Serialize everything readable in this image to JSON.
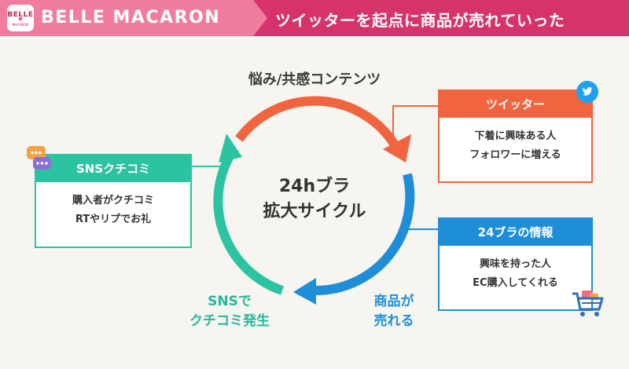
{
  "header": {
    "logo_top": "BELLE",
    "logo_bottom": "MACARON",
    "brand_name": "BELLE MACARON",
    "title": "ツイッターを起点に商品が売れていった"
  },
  "cycle": {
    "top_label": "悩み/共感コンテンツ",
    "center_line1": "24hブラ",
    "center_line2": "拡大サイクル",
    "bottom_left_line1": "SNSで",
    "bottom_left_line2": "クチコミ発生",
    "bottom_right_line1": "商品が",
    "bottom_right_line2": "売れる",
    "colors": {
      "orange": "#f0643f",
      "blue": "#1f8ed8",
      "green": "#2cc3a1"
    }
  },
  "cards": {
    "twitter": {
      "title": "ツイッター",
      "line1": "下着に興味ある人",
      "line2": "フォロワーに増える"
    },
    "sns": {
      "title": "SNSクチコミ",
      "line1": "購入者がクチコミ",
      "line2": "RTやリプでお礼"
    },
    "info": {
      "title": "24ブラの情報",
      "line1": "興味を持った人",
      "line2": "EC購入してくれる"
    }
  }
}
